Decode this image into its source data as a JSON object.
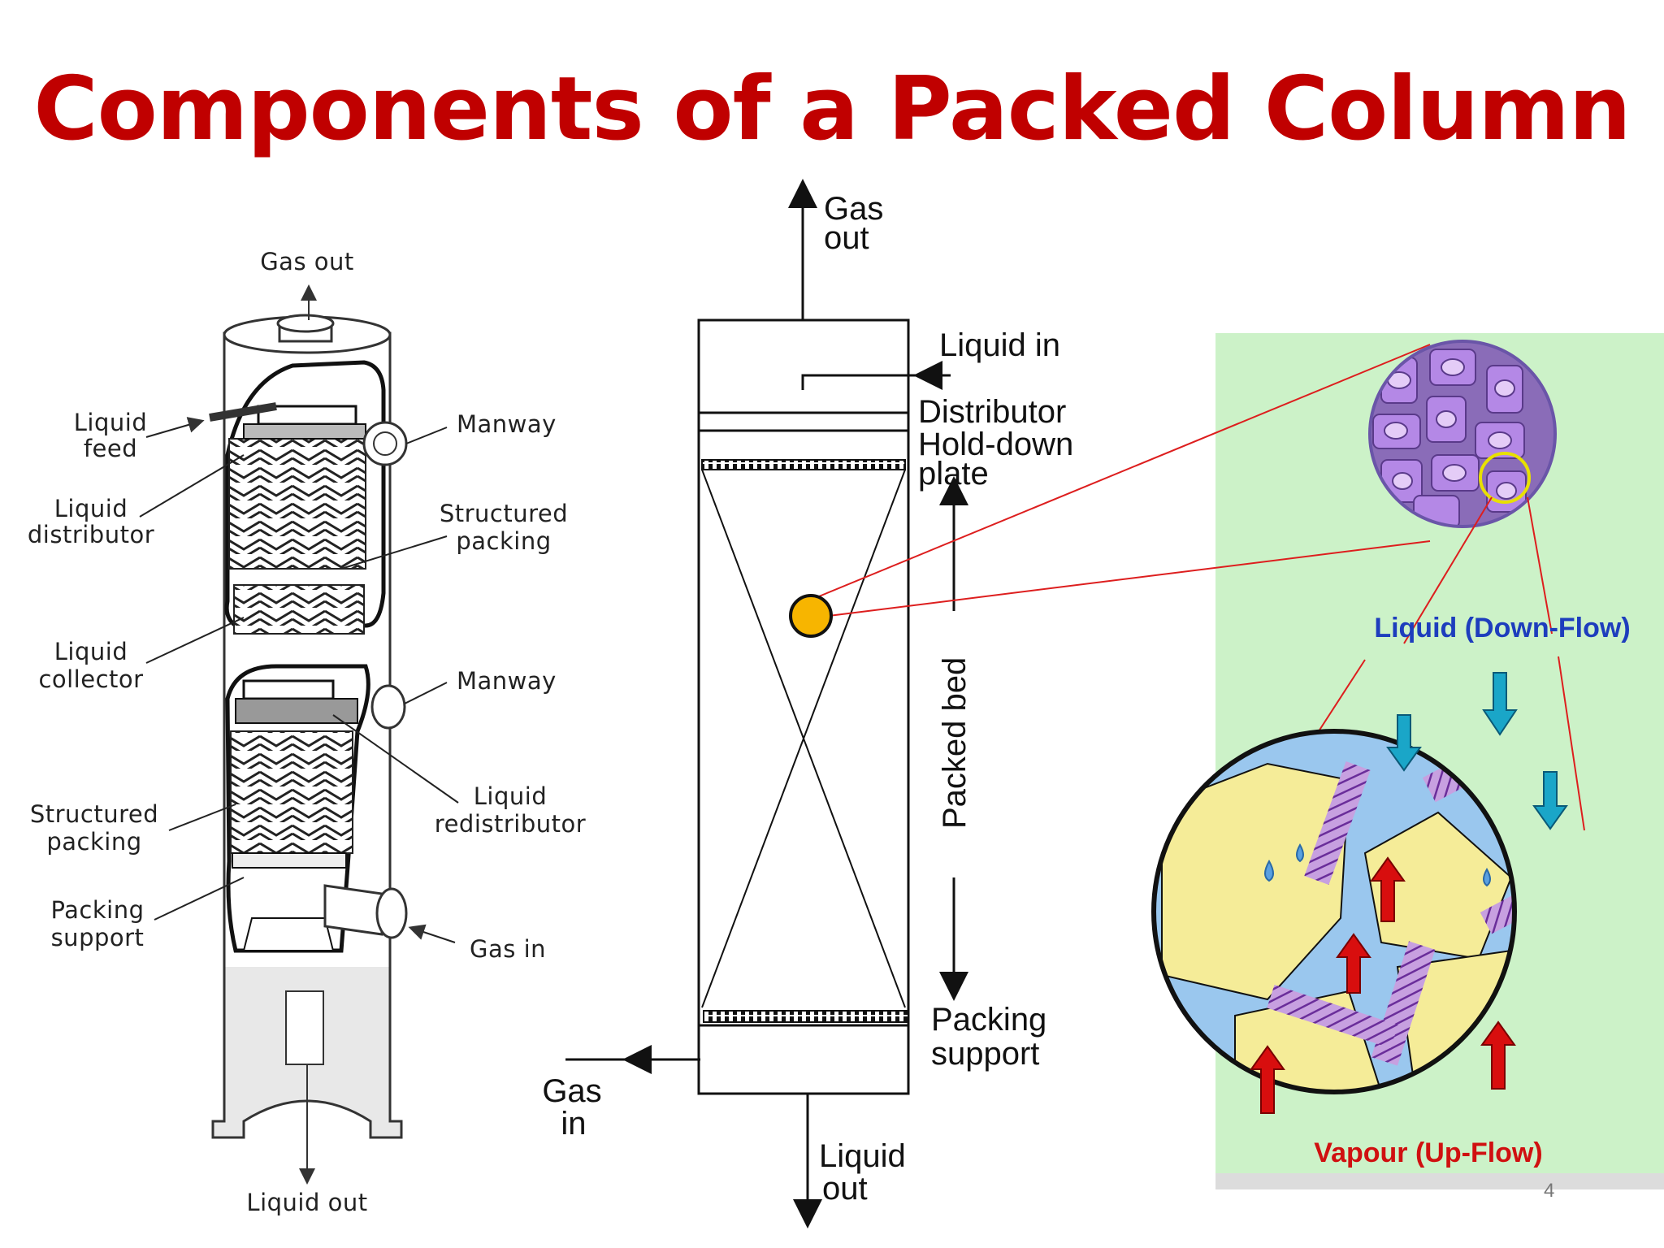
{
  "title": "Components of a Packed Column",
  "colors": {
    "title": "#c00000",
    "panel_bg": "#ccf2c8",
    "liquid_label": "#1d3dbd",
    "vapour_label": "#d01010",
    "marker": "#f7b500",
    "callout": "#dd1e1e"
  },
  "left_diagram": {
    "gas_out": "Gas out",
    "liquid_feed": [
      "Liquid",
      "feed"
    ],
    "liquid_distributor": [
      "Liquid",
      "distributor"
    ],
    "manway_top": "Manway",
    "structured_packing_right": [
      "Structured",
      "packing"
    ],
    "liquid_collector": [
      "Liquid",
      "collector"
    ],
    "manway_bottom": "Manway",
    "liquid_redistributor": [
      "Liquid",
      "redistributor"
    ],
    "structured_packing_left": [
      "Structured",
      "packing"
    ],
    "packing_support": [
      "Packing",
      "support"
    ],
    "gas_in": "Gas in",
    "liquid_out": "Liquid  out"
  },
  "center_diagram": {
    "gas_out": [
      "Gas",
      "out"
    ],
    "liquid_in": "Liquid in",
    "distributor": "Distributor",
    "hold_down_plate": [
      "Hold-down",
      "plate"
    ],
    "packed_bed": "Packed bed",
    "packing_support": [
      "Packing",
      "support"
    ],
    "gas_in": [
      "Gas",
      "in"
    ],
    "liquid_out": [
      "Liquid",
      "out"
    ]
  },
  "right_panel": {
    "liquid_label": "Liquid (Down-Flow)",
    "vapour_label": "Vapour (Up-Flow)"
  },
  "slide_number": "4"
}
